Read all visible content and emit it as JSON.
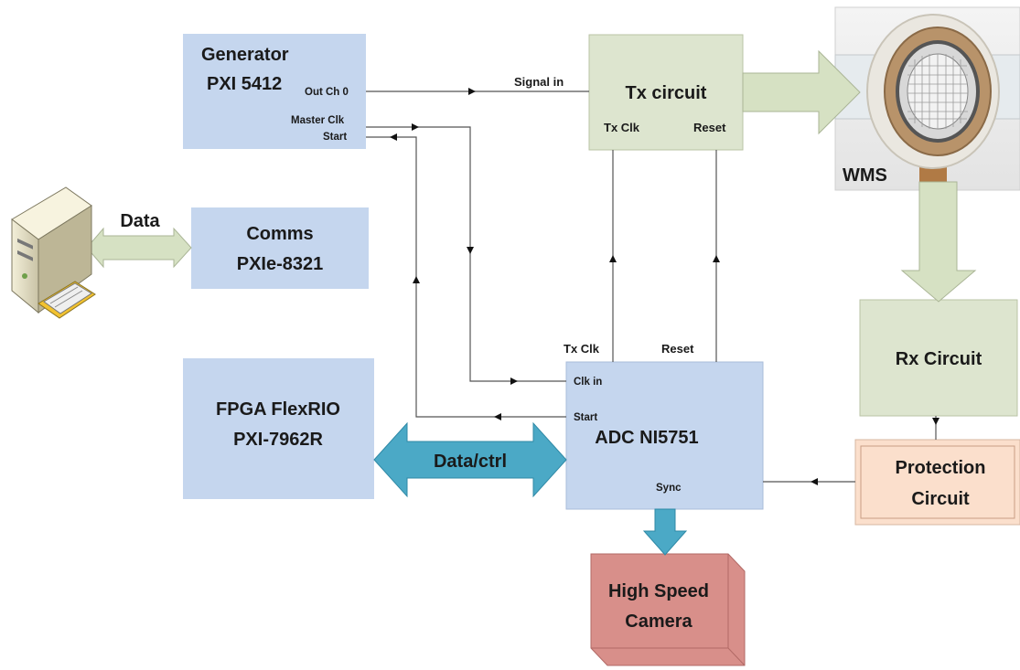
{
  "colors": {
    "box_blue": "#c5d6ee",
    "box_green": "#dde5cf",
    "box_peach": "#fbdfcc",
    "box_red": "#d88f8a",
    "arrow_teal": "#4ba9c6",
    "arrow_green": "#d6e1c3",
    "line": "#555555"
  },
  "nodes": {
    "generator": {
      "title": "Generator",
      "model": "PXI 5412",
      "port_out": "Out Ch 0",
      "port_master_clk": "Master Clk",
      "port_start": "Start"
    },
    "tx_circuit": {
      "title": "Tx circuit",
      "port_tx_clk": "Tx Clk",
      "port_reset": "Reset"
    },
    "wms": {
      "label": "WMS",
      "icon": "wire-mesh-sensor-icon"
    },
    "computer": {
      "icon": "desktop-computer-icon"
    },
    "comms": {
      "title": "Comms",
      "model": "PXIe-8321"
    },
    "rx_circuit": {
      "title": "Rx Circuit"
    },
    "fpga": {
      "title": "FPGA FlexRIO",
      "model": "PXI-7962R"
    },
    "adc": {
      "title": "ADC NI5751",
      "port_clk_in": "Clk in",
      "port_start": "Start",
      "port_sync": "Sync"
    },
    "protection": {
      "line1": "Protection",
      "line2": "Circuit"
    },
    "camera": {
      "line1": "High Speed",
      "line2": "Camera"
    }
  },
  "edges": {
    "signal_in": "Signal in",
    "data": "Data",
    "data_ctrl": "Data/ctrl",
    "tx_clk": "Tx Clk",
    "reset": "Reset"
  }
}
